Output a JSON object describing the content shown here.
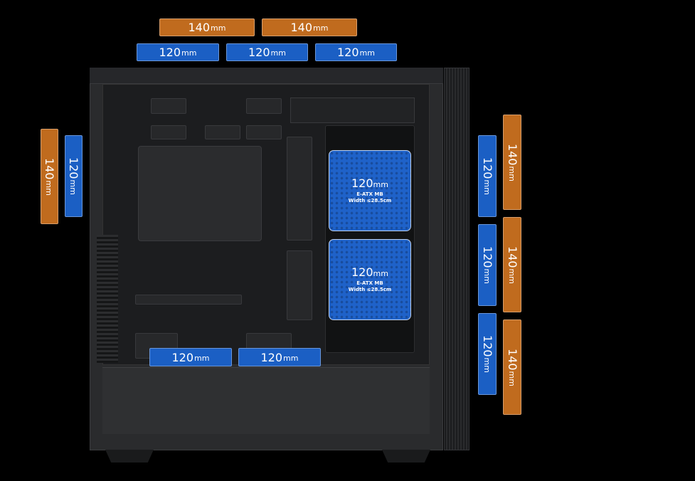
{
  "top_row_orange": [
    {
      "num": "140",
      "unit": "mm"
    },
    {
      "num": "140",
      "unit": "mm"
    }
  ],
  "top_row_blue": [
    {
      "num": "120",
      "unit": "mm"
    },
    {
      "num": "120",
      "unit": "mm"
    },
    {
      "num": "120",
      "unit": "mm"
    }
  ],
  "rear": {
    "orange": {
      "num": "140",
      "unit": "mm"
    },
    "blue": {
      "num": "120",
      "unit": "mm"
    }
  },
  "front_blue": [
    {
      "num": "120",
      "unit": "mm"
    },
    {
      "num": "120",
      "unit": "mm"
    },
    {
      "num": "120",
      "unit": "mm"
    }
  ],
  "front_orange": [
    {
      "num": "140",
      "unit": "mm"
    },
    {
      "num": "140",
      "unit": "mm"
    },
    {
      "num": "140",
      "unit": "mm"
    }
  ],
  "bottom_blue": [
    {
      "num": "120",
      "unit": "mm"
    },
    {
      "num": "120",
      "unit": "mm"
    }
  ],
  "side_mounts": [
    {
      "num": "120",
      "unit": "mm",
      "line1": "E-ATX MB",
      "line2": "Width ≤28.5cm"
    },
    {
      "num": "120",
      "unit": "mm",
      "line1": "E-ATX MB",
      "line2": "Width ≤28.5cm"
    }
  ],
  "colors": {
    "blue": "#1b5fc4",
    "orange": "#c06b1e",
    "background": "#000000"
  }
}
